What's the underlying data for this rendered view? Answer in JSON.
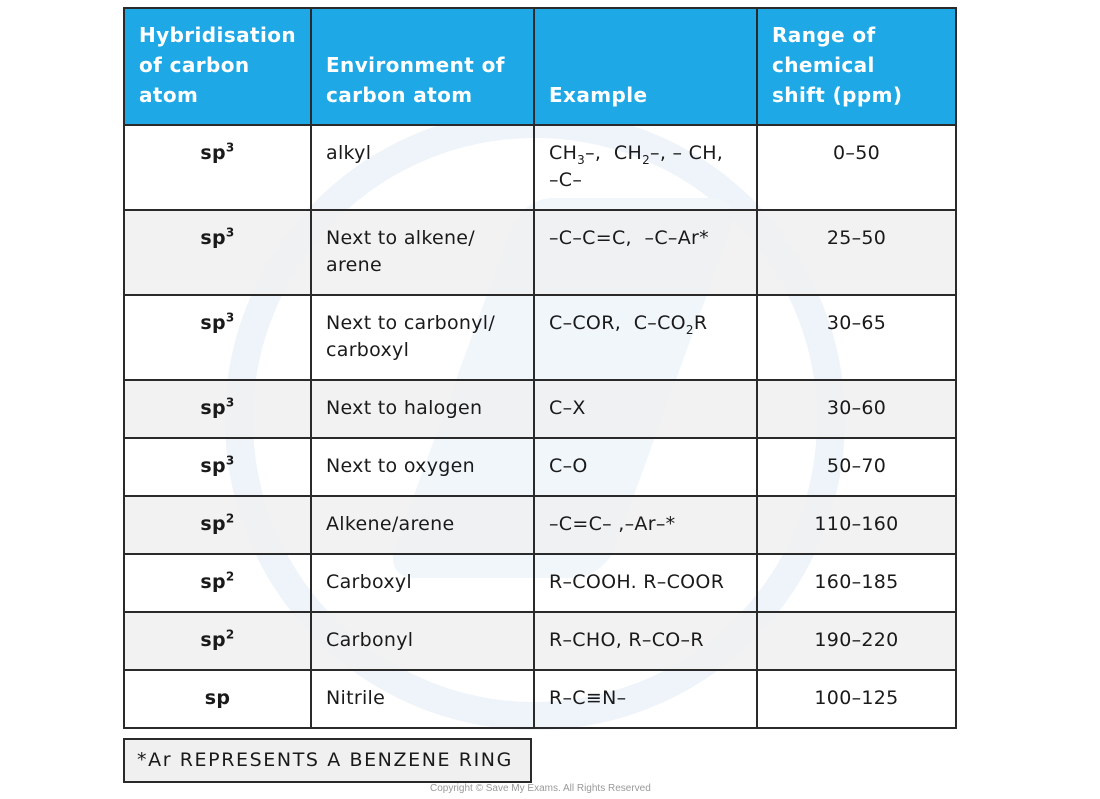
{
  "headers": {
    "hybridisation": [
      "Hybridisation",
      "of carbon",
      "atom"
    ],
    "environment": [
      "Environment of",
      "carbon atom"
    ],
    "example": [
      "Example"
    ],
    "range": [
      "Range of",
      "chemical",
      "shift (ppm)"
    ]
  },
  "rows": [
    {
      "hyb": "sp",
      "sup": "3",
      "env": "alkyl",
      "example_html": "CH<sub>3</sub>–,&nbsp; CH<sub>2</sub>–, – CH,<br>–C–",
      "range": "0–50"
    },
    {
      "hyb": "sp",
      "sup": "3",
      "env": "Next to alkene/ arene",
      "example_html": "–C–C=C,&nbsp; –C–Ar*",
      "range": "25–50"
    },
    {
      "hyb": "sp",
      "sup": "3",
      "env": "Next to carbonyl/ carboxyl",
      "example_html": "C–COR,&nbsp; C–CO<sub>2</sub>R",
      "range": "30–65"
    },
    {
      "hyb": "sp",
      "sup": "3",
      "env": "Next to halogen",
      "example_html": "C–X",
      "range": "30–60"
    },
    {
      "hyb": "sp",
      "sup": "3",
      "env": "Next to oxygen",
      "example_html": "C–O",
      "range": "50–70"
    },
    {
      "hyb": "sp",
      "sup": "2",
      "env": "Alkene/arene",
      "example_html": "–C=C– ,–Ar–*",
      "range": "110–160"
    },
    {
      "hyb": "sp",
      "sup": "2",
      "env": "Carboxyl",
      "example_html": "R–COOH. R–COOR",
      "range": "160–185"
    },
    {
      "hyb": "sp",
      "sup": "2",
      "env": "Carbonyl",
      "example_html": "R–CHO, R–CO–R",
      "range": "190–220"
    },
    {
      "hyb": "sp",
      "sup": "",
      "env": "Nitrile",
      "example_html": "R–C≡N–",
      "range": "100–125"
    }
  ],
  "footnote": "*Ar  REPRESENTS  A  BENZENE  RING",
  "copyright": "Copyright © Save My Exams. All Rights Reserved"
}
